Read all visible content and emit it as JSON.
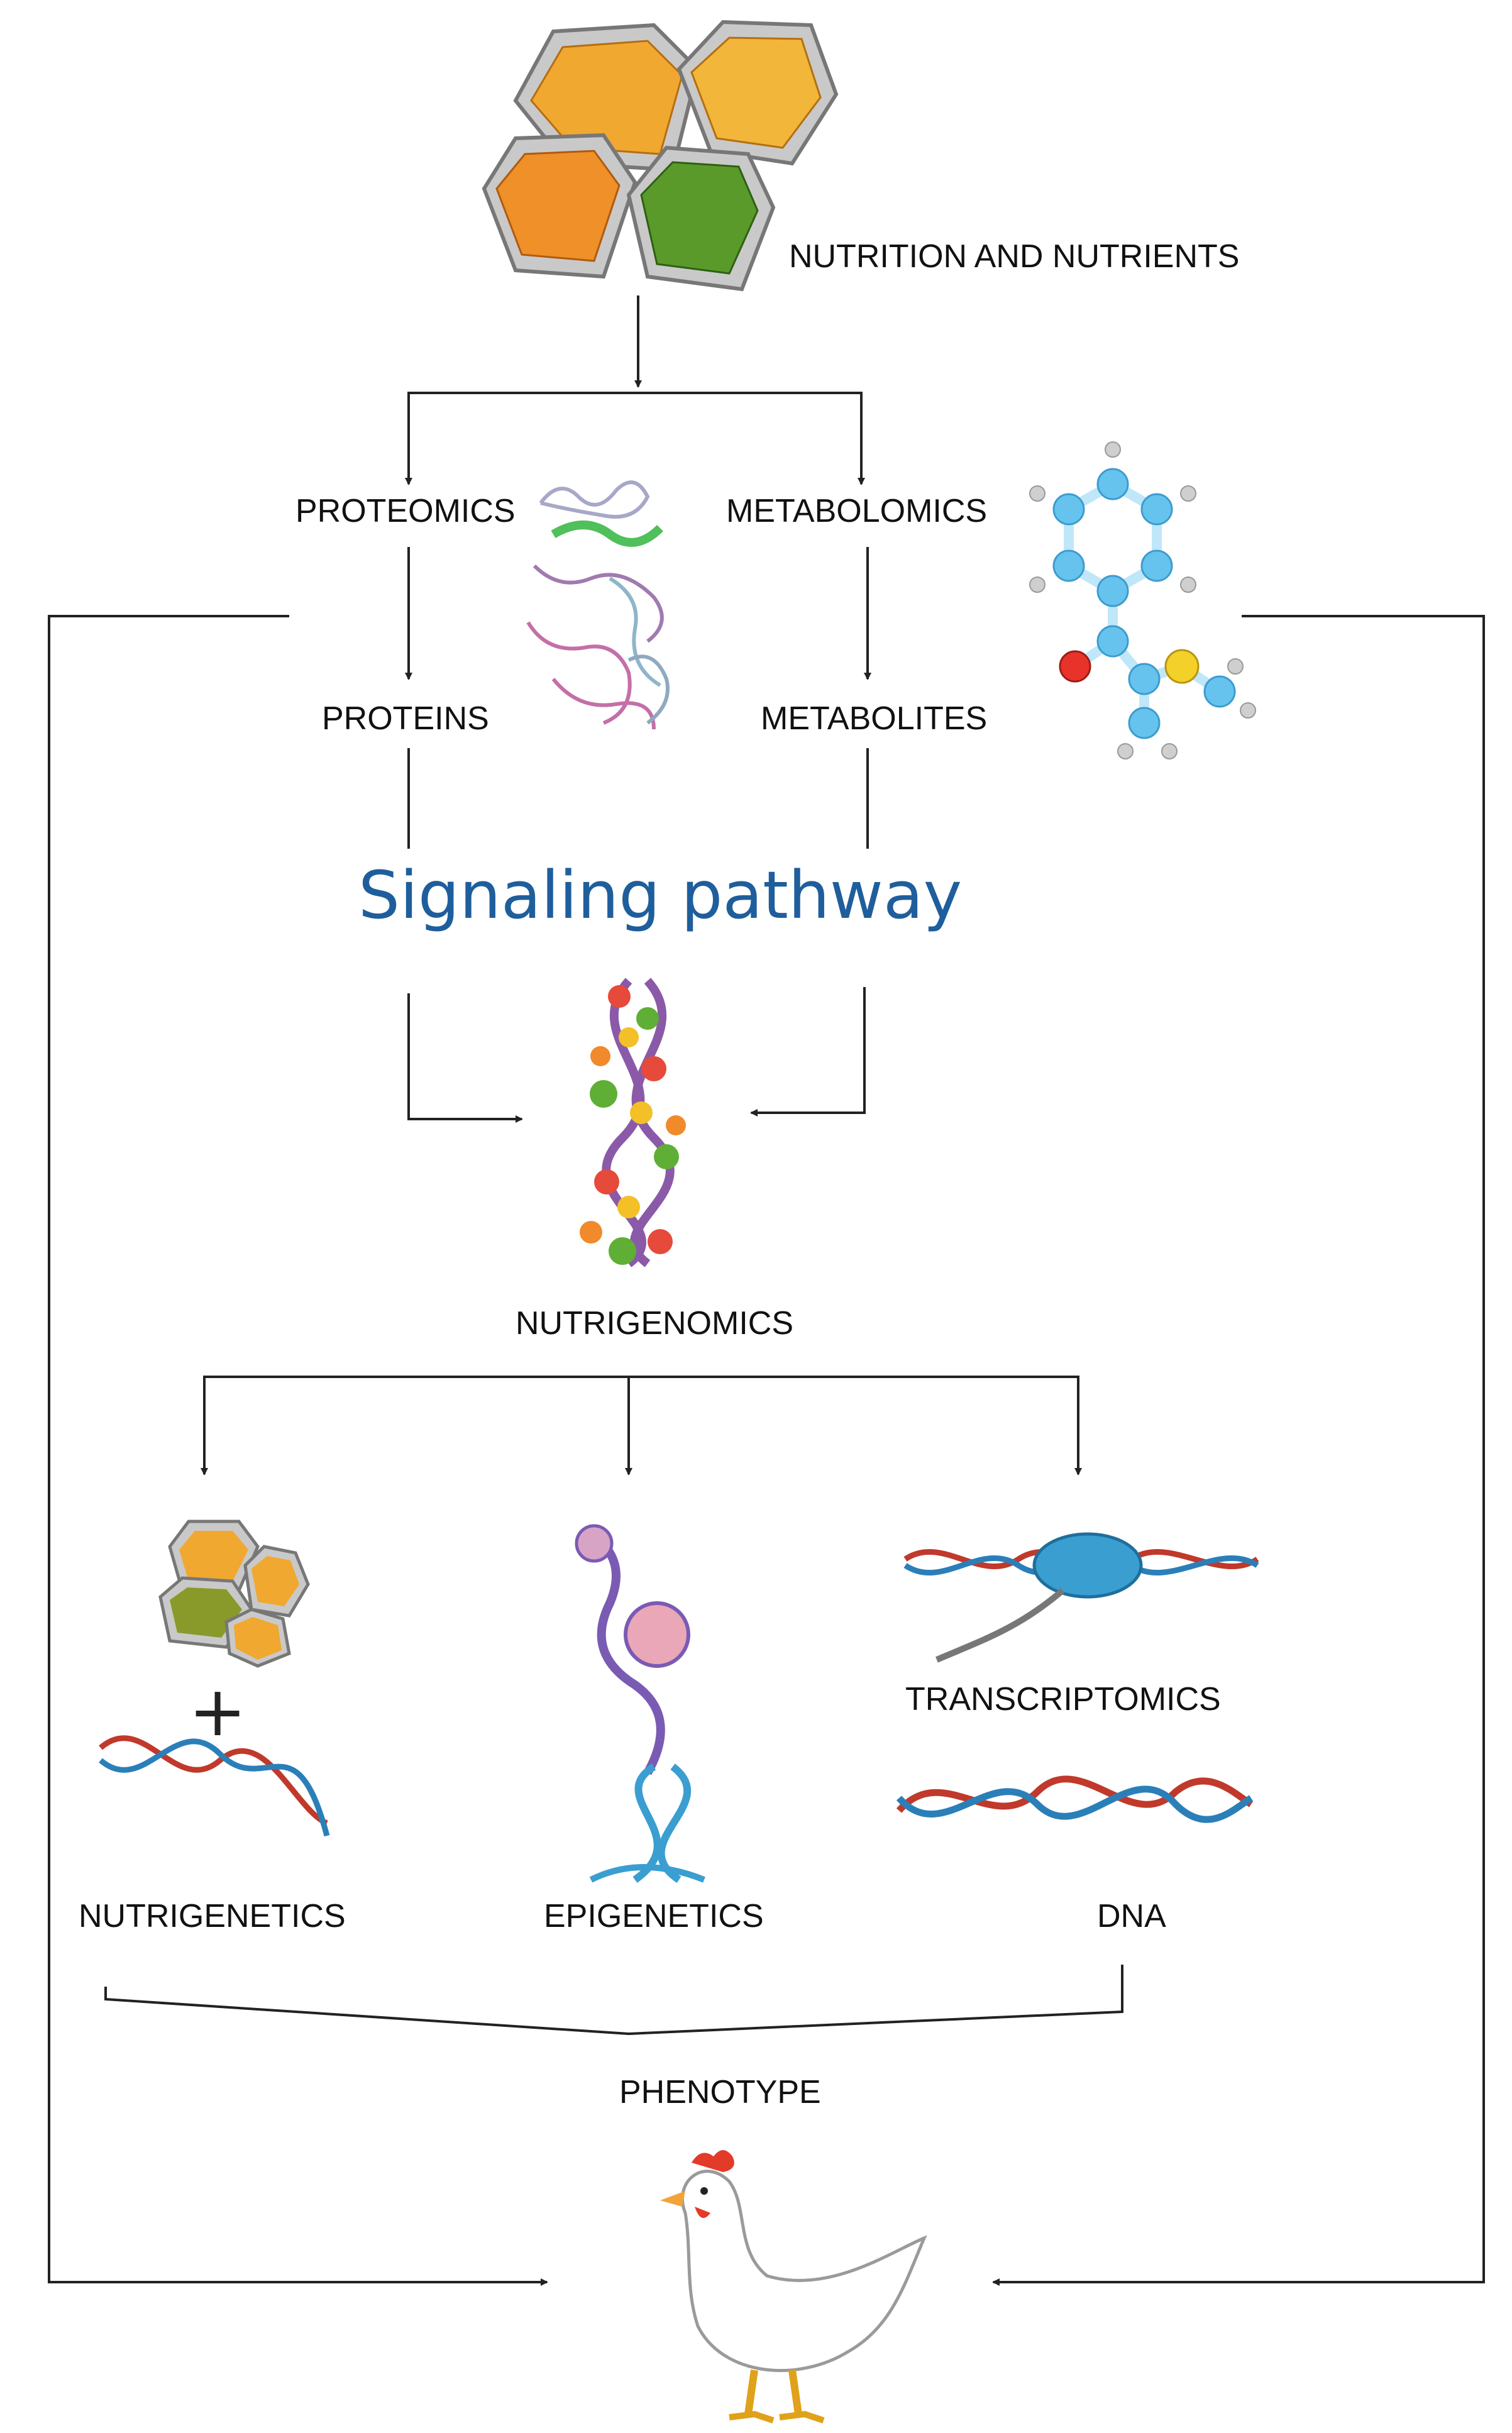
{
  "labels": {
    "nutrition": "NUTRITION AND NUTRIENTS",
    "proteomics": "PROTEOMICS",
    "metabolomics": "METABOLOMICS",
    "proteins": "PROTEINS",
    "metabolites": "METABOLITES",
    "signaling": "Signaling pathway",
    "nutrigenomics": "NUTRIGENOMICS",
    "nutrigenetics": "NUTRIGENETICS",
    "epigenetics": "EPIGENETICS",
    "transcriptomics": "TRANSCRIPTOMICS",
    "dna": "DNA",
    "phenotype": "PHENOTYPE",
    "plus": "+"
  },
  "colors": {
    "title": "#1f5e9c",
    "line": "#222222",
    "food_orange": "#f0a830",
    "food_green": "#5a9a2a",
    "molecule_blue": "#66c3ee"
  },
  "icons": {
    "food": "food-cells-icon",
    "protein": "protein-structure-icon",
    "molecule": "molecule-icon",
    "dna_food": "food-dna-helix-icon",
    "chromatin": "chromatin-icon",
    "dna": "dna-helix-icon",
    "transcription": "transcription-icon",
    "chicken": "chicken-icon"
  }
}
